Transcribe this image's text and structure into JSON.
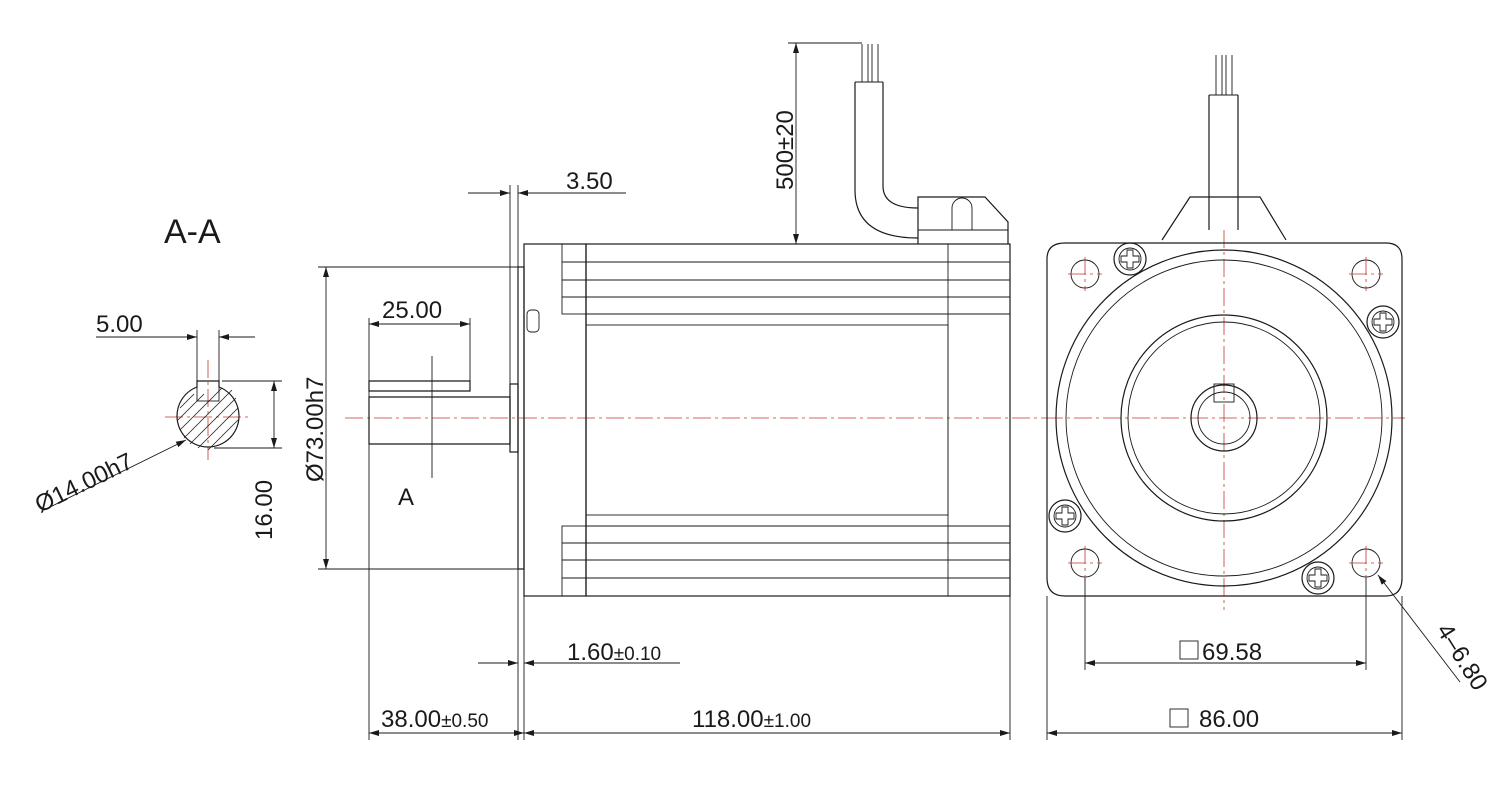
{
  "section_title": "A-A",
  "section_marker": "A",
  "dimensions": {
    "key_width": "5.00",
    "shaft_diameter": "Ø14.00h7",
    "key_height": "16.00",
    "flange_diameter": "Ø73.00h7",
    "key_length": "25.00",
    "flange_thickness": "3.50",
    "cable_length": "500±20",
    "spigot_height": "1.60",
    "spigot_height_tol": "±0.10",
    "shaft_length": "38.00",
    "shaft_length_tol": "±0.50",
    "body_length": "118.00",
    "body_length_tol": "±1.00",
    "bolt_spacing": "69.58",
    "flange_size": "86.00",
    "hole_spec": "4–6.80"
  }
}
